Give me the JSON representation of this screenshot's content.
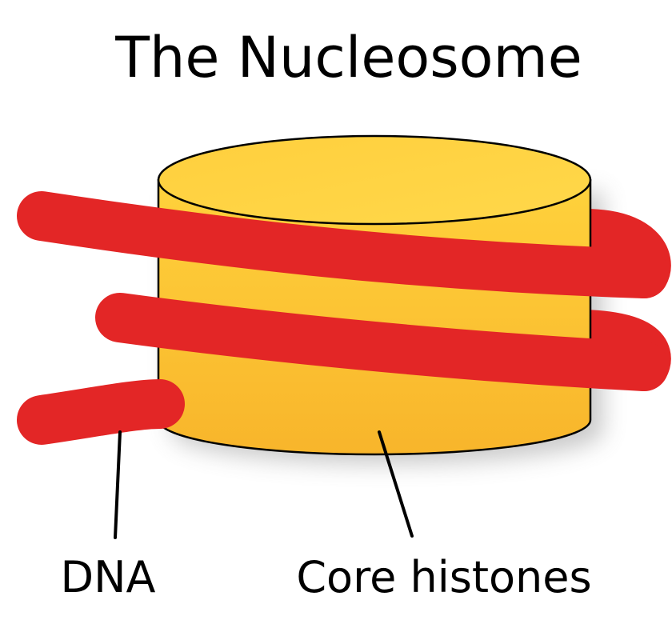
{
  "title": "The Nucleosome",
  "labels": {
    "dna": "DNA",
    "core_histones": "Core histones"
  },
  "colors": {
    "dna": "#e32626",
    "histone_light": "#ffd23c",
    "histone_dark": "#f8b52b",
    "outline": "#000000",
    "background": "#ffffff"
  }
}
